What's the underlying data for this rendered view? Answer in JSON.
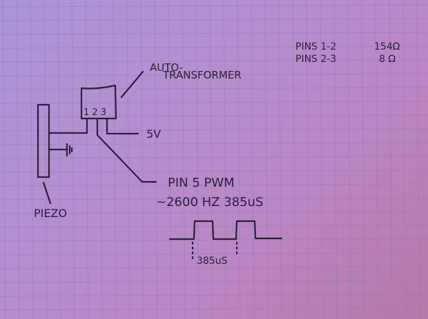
{
  "diagram": {
    "title_block": {
      "rows": [
        {
          "label": "PINS 1-2",
          "value": "154Ω"
        },
        {
          "label": "PINS 2-3",
          "value": "8 Ω"
        }
      ]
    },
    "autotransformer": {
      "label_line1": "AUTO-",
      "label_line2": "TRANSFORMER",
      "pin_labels": "1 2 3"
    },
    "supply_label": "5V",
    "pwm": {
      "label": "PIN 5 PWM",
      "spec": "~2600 HZ  385uS"
    },
    "piezo_label": "PIEZO",
    "waveform": {
      "period_label": "385uS",
      "pulses": 2
    },
    "colors": {
      "ink": "#2b1f3a",
      "grid": "#8e78b4",
      "paper_top_left": "#a996d8",
      "paper_bottom_right": "#b479a8"
    }
  }
}
